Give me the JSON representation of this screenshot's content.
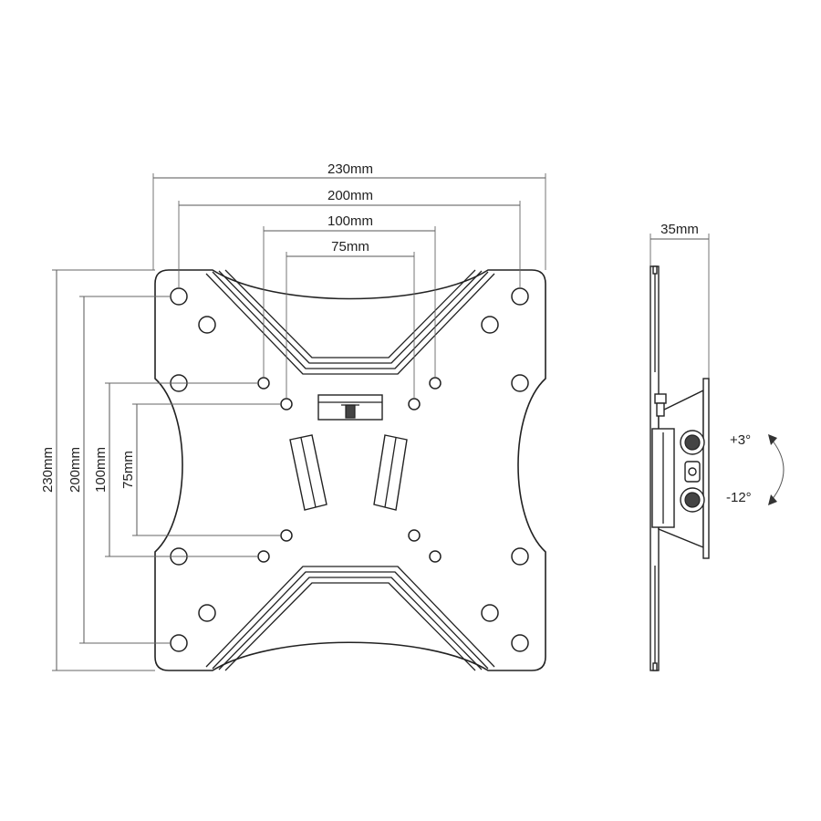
{
  "front_view": {
    "width_dimensions": {
      "overall": "230mm",
      "holes_200": "200mm",
      "holes_100": "100mm",
      "holes_75": "75mm"
    },
    "height_dimensions": {
      "overall": "230mm",
      "holes_200": "200mm",
      "holes_100": "100mm",
      "holes_75": "75mm"
    }
  },
  "side_view": {
    "depth": "35mm",
    "tilt_up": "+3°",
    "tilt_down": "-12°"
  },
  "colors": {
    "line": "#222222",
    "background": "#ffffff"
  }
}
